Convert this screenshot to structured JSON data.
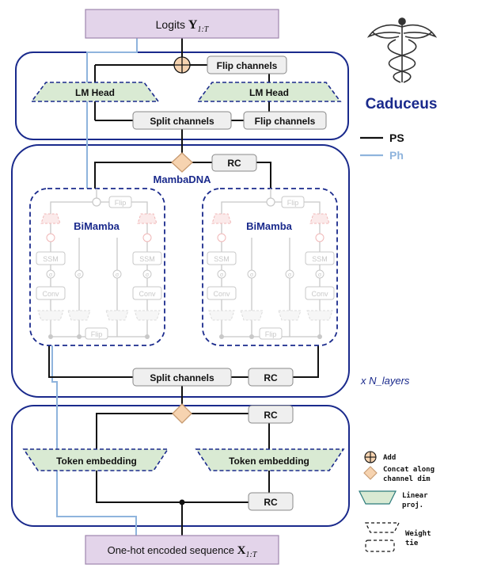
{
  "title": {
    "logits": "Logits ",
    "logits_math": "Y",
    "logits_sub": "1:T",
    "onehot": "One-hot encoded sequence ",
    "onehot_math": "X",
    "onehot_sub": "1:T"
  },
  "blocks": {
    "flip_channels": "Flip channels",
    "lm_head": "LM Head",
    "split_channels": "Split channels",
    "rc": "RC",
    "mambadna": "MambaDNA",
    "bimamba": "BiMamba",
    "flip": "Flip",
    "ssm": "SSM",
    "conv": "Conv",
    "sigma": "σ",
    "token_embedding": "Token embedding",
    "n_layers": "x N_layers"
  },
  "brand": {
    "name": "Caduceus",
    "ps": "PS",
    "ph": "Ph"
  },
  "legend": {
    "add": "Add",
    "concat_1": "Concat along",
    "concat_2": "channel dim",
    "linear_1": "Linear",
    "linear_2": "proj.",
    "weight_1": "Weight",
    "weight_2": "tie"
  },
  "colors": {
    "navy": "#1a2a8c",
    "black_path": "#111111",
    "blue_path": "#8fb4dd",
    "purple_fill": "#e3d4ea",
    "green_fill": "#d9ead3",
    "orange_fill": "#f6d3b0",
    "gray_fill": "#efefef",
    "faded": "#c8c8c8",
    "faded_red": "#f0b7b7"
  }
}
